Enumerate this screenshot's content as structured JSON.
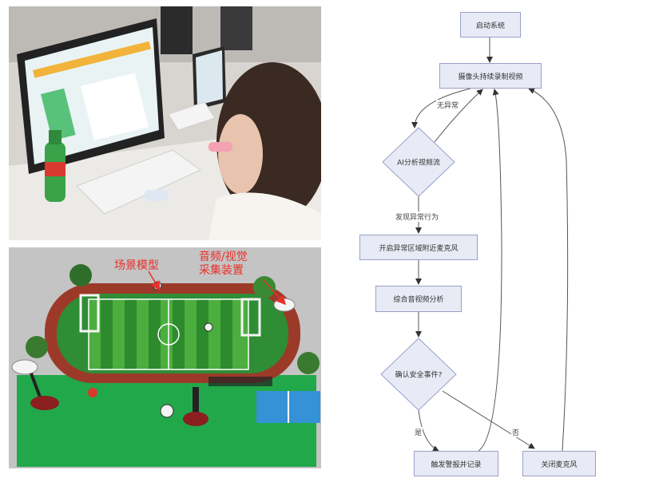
{
  "photos": {
    "bottom_labels": {
      "scene_model": "场景模型",
      "av_device_line1": "音频/视觉",
      "av_device_line2": "采集装置"
    }
  },
  "flowchart": {
    "start": "启动系统",
    "camera": "摄像头持续录制视频",
    "ai_decision": "AI分析视频流",
    "edge_no_anomaly": "无异常",
    "edge_anomaly": "发现异常行为",
    "mic_on": "开启异常区域附近麦克风",
    "analysis": "综合音视频分析",
    "confirm_decision": "确认安全事件?",
    "edge_yes": "是",
    "edge_no": "否",
    "alarm": "触发警报并记录",
    "mic_off": "关闭麦克风"
  }
}
